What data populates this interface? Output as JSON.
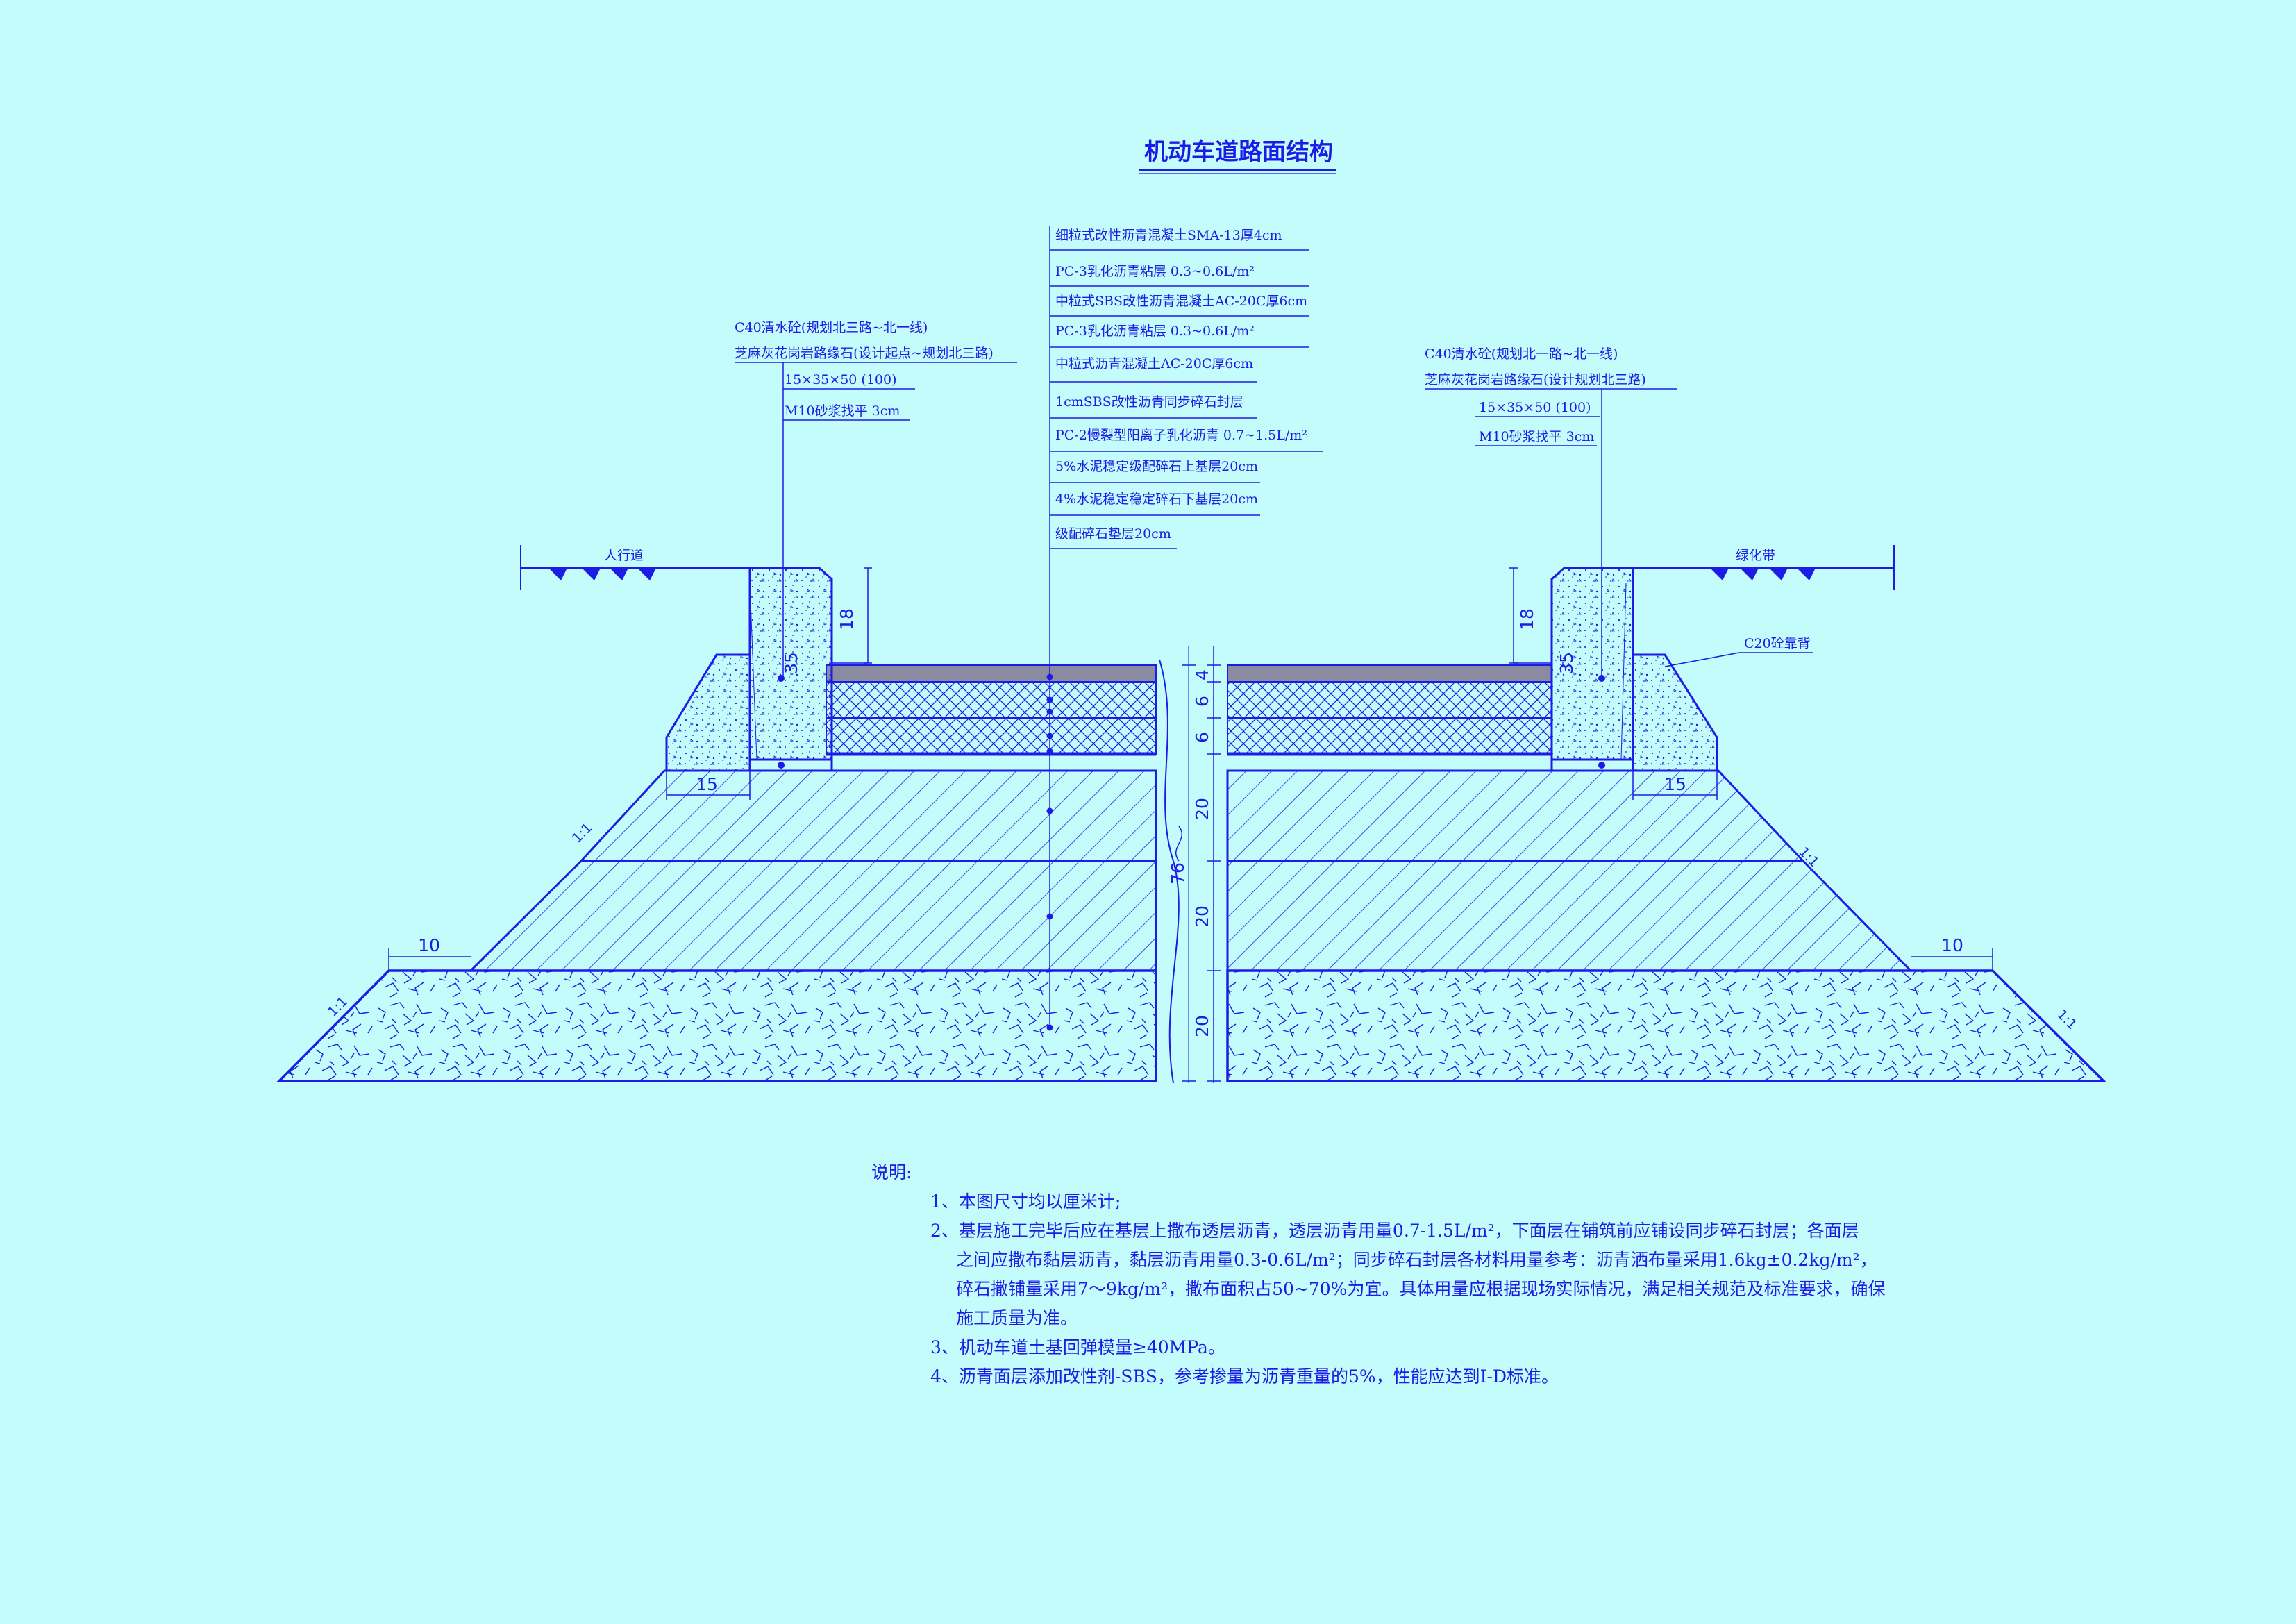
{
  "title": "机动车道路面结构",
  "layers": [
    "细粒式改性沥青混凝土SMA-13厚4cm",
    "PC-3乳化沥青粘层  0.3~0.6L/m²",
    "中粒式SBS改性沥青混凝土AC-20C厚6cm",
    "PC-3乳化沥青粘层  0.3~0.6L/m²",
    "中粒式沥青混凝土AC-20C厚6cm",
    "1cmSBS改性沥青同步碎石封层",
    "PC-2慢裂型阳离子乳化沥青 0.7~1.5L/m²",
    "5%水泥稳定级配碎石上基层20cm",
    "4%水泥稳定稳定碎石下基层20cm",
    "级配碎石垫层20cm"
  ],
  "left_curb": {
    "line1": "C40清水砼(规划北三路~北一线)",
    "line2": "芝麻灰花岗岩路缘石(设计起点~规划北三路)",
    "spec": "15×35×50 (100)",
    "mortar": "M10砂浆找平 3cm"
  },
  "right_curb": {
    "line1": "C40清水砼(规划北一路~北一线)",
    "line2": "芝麻灰花岗岩路缘石(设计规划北三路)",
    "spec": "15×35×50 (100)",
    "mortar": "M10砂浆找平 3cm"
  },
  "labels": {
    "sidewalk": "人行道",
    "green_belt": "绿化带",
    "backing": "C20砼靠背"
  },
  "dims": {
    "curb_height": "35",
    "curb_exposed": "18",
    "backing_width": "15",
    "shoulder": "10",
    "slope": "1:1",
    "layer_4": "4",
    "layer_6a": "6",
    "layer_6b": "6",
    "base_upper": "20",
    "base_lower": "20",
    "cushion": "20",
    "total": "76"
  },
  "notes": {
    "heading": "说明:",
    "n1": "1、本图尺寸均以厘米计;",
    "n2a": "2、基层施工完毕后应在基层上撒布透层沥青，透层沥青用量0.7-1.5L/m²，下面层在铺筑前应铺设同步碎石封层；各面层",
    "n2b": "之间应撒布黏层沥青，黏层沥青用量0.3-0.6L/m²；同步碎石封层各材料用量参考：沥青洒布量采用1.6kg±0.2kg/m²，",
    "n2c": "碎石撒铺量采用7～9kg/m²，撒布面积占50~70%为宜。具体用量应根据现场实际情况，满足相关规范及标准要求，确保",
    "n2d": "施工质量为准。",
    "n3": "3、机动车道土基回弹模量≥40MPa。",
    "n4": "4、沥青面层添加改性剂-SBS，参考掺量为沥青重量的5%，性能应达到I-D标准。"
  },
  "colors": {
    "background": "#c4fcfc",
    "line": "#1c1ce6",
    "asphalt_top": "#8a8aa0"
  }
}
